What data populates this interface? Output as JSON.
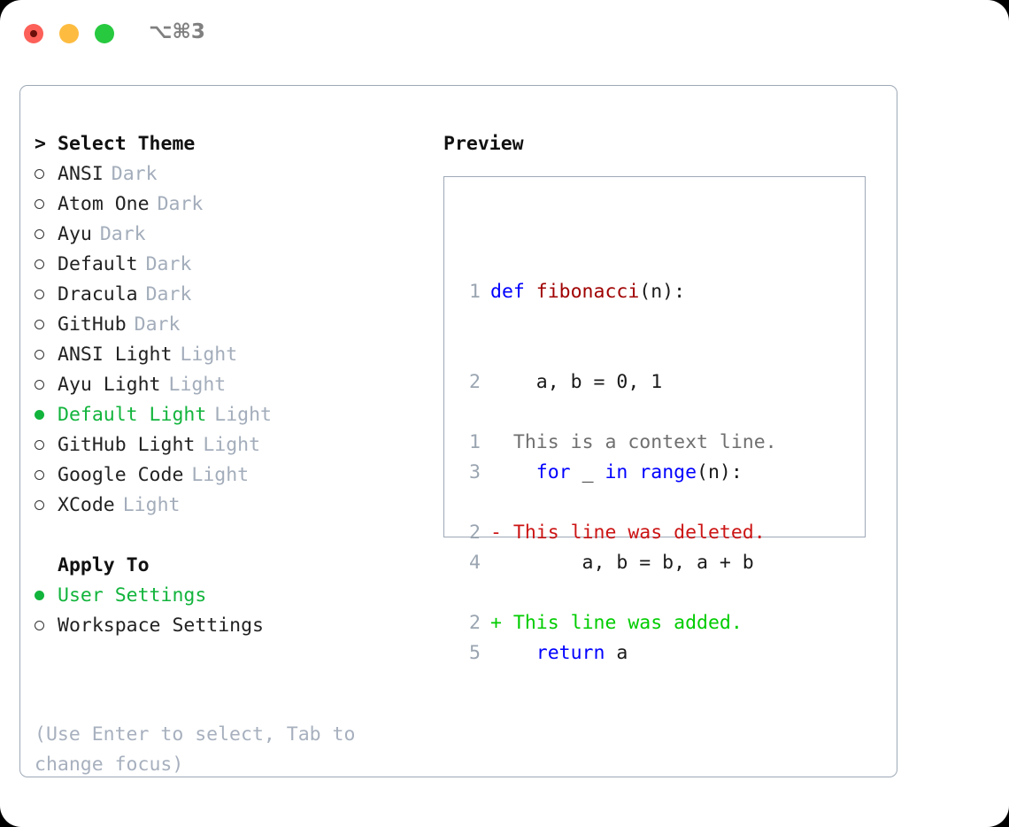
{
  "window": {
    "traffic_lights": [
      {
        "name": "close",
        "color": "#fc6058"
      },
      {
        "name": "minimize",
        "color": "#fdbc40"
      },
      {
        "name": "zoom",
        "color": "#27c93f"
      }
    ],
    "shortcut": "⌥⌘3"
  },
  "theme_section": {
    "header": {
      "caret": ">",
      "title": "Select Theme"
    },
    "items": [
      {
        "bullet": "○",
        "label": "ANSI",
        "tag": "Dark",
        "selected": false
      },
      {
        "bullet": "○",
        "label": "Atom One",
        "tag": "Dark",
        "selected": false
      },
      {
        "bullet": "○",
        "label": "Ayu",
        "tag": "Dark",
        "selected": false
      },
      {
        "bullet": "○",
        "label": "Default",
        "tag": "Dark",
        "selected": false
      },
      {
        "bullet": "○",
        "label": "Dracula",
        "tag": "Dark",
        "selected": false
      },
      {
        "bullet": "○",
        "label": "GitHub",
        "tag": "Dark",
        "selected": false
      },
      {
        "bullet": "○",
        "label": "ANSI Light",
        "tag": "Light",
        "selected": false
      },
      {
        "bullet": "○",
        "label": "Ayu Light",
        "tag": "Light",
        "selected": false
      },
      {
        "bullet": "●",
        "label": "Default Light",
        "tag": "Light",
        "selected": true
      },
      {
        "bullet": "○",
        "label": "GitHub Light",
        "tag": "Light",
        "selected": false
      },
      {
        "bullet": "○",
        "label": "Google Code",
        "tag": "Light",
        "selected": false
      },
      {
        "bullet": "○",
        "label": "XCode",
        "tag": "Light",
        "selected": false
      }
    ]
  },
  "apply_to_section": {
    "header": "Apply To",
    "items": [
      {
        "bullet": "●",
        "label": "User Settings",
        "selected": true
      },
      {
        "bullet": "○",
        "label": "Workspace Settings",
        "selected": false
      }
    ]
  },
  "hint": "(Use Enter to select, Tab to change focus)",
  "preview": {
    "title": "Preview",
    "code_lines": [
      {
        "num": "1",
        "tokens": [
          {
            "t": "def ",
            "c": "kw"
          },
          {
            "t": "fibonacci",
            "c": "fn"
          },
          {
            "t": "(n):",
            "c": "plain"
          }
        ]
      },
      {
        "num": "2",
        "tokens": [
          {
            "t": "    a, b = 0, 1",
            "c": "plain"
          }
        ]
      },
      {
        "num": "3",
        "tokens": [
          {
            "t": "    ",
            "c": "plain"
          },
          {
            "t": "for",
            "c": "kw"
          },
          {
            "t": " _ ",
            "c": "plain"
          },
          {
            "t": "in",
            "c": "kw"
          },
          {
            "t": " ",
            "c": "plain"
          },
          {
            "t": "range",
            "c": "kw"
          },
          {
            "t": "(n):",
            "c": "plain"
          }
        ]
      },
      {
        "num": "4",
        "tokens": [
          {
            "t": "        a, b = b, a + b",
            "c": "plain"
          }
        ]
      },
      {
        "num": "5",
        "tokens": [
          {
            "t": "    ",
            "c": "plain"
          },
          {
            "t": "return",
            "c": "kw"
          },
          {
            "t": " a",
            "c": "plain"
          }
        ]
      }
    ],
    "diff_lines": [
      {
        "num": "1",
        "sign": " ",
        "text": "This is a context line.",
        "kind": "ctx"
      },
      {
        "num": "2",
        "sign": "-",
        "text": "This line was deleted.",
        "kind": "del"
      },
      {
        "num": "2",
        "sign": "+",
        "text": "This line was added.",
        "kind": "add"
      }
    ]
  },
  "colors": {
    "accent_green": "#12b43c",
    "border": "#9ea9b7",
    "muted": "#a3adbb",
    "keyword_blue": "#0000ff",
    "function_red": "#a00000",
    "diff_del": "#cc1414",
    "diff_add": "#00cc00"
  }
}
